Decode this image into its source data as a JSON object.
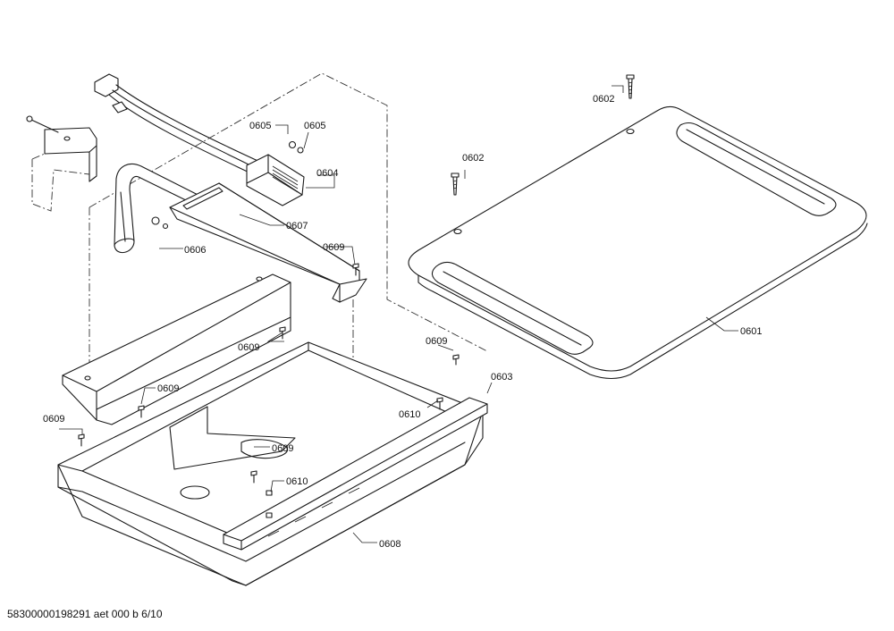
{
  "footer_id": "58300000198291 aet 000 b 6/10",
  "parts": {
    "p0601": "0601",
    "p0602a": "0602",
    "p0602b": "0602",
    "p0603": "0603",
    "p0604": "0604",
    "p0605a": "0605",
    "p0605b": "0605",
    "p0606": "0606",
    "p0607": "0607",
    "p0608": "0608",
    "p0609a": "0609",
    "p0609b": "0609",
    "p0609c": "0609",
    "p0609d": "0609",
    "p0609e": "0609",
    "p0609f": "0609",
    "p0610a": "0610",
    "p0610b": "0610"
  }
}
